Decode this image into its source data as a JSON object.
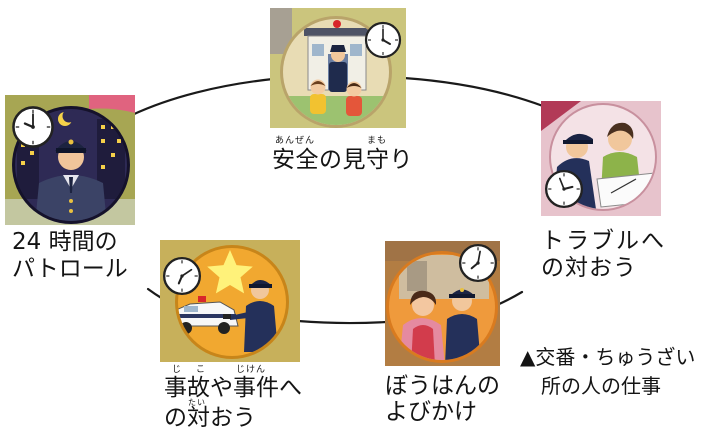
{
  "diagram": {
    "safety_watch": {
      "label": "安全の見守り",
      "ruby_anzen": "あんぜん",
      "ruby_mamo": "まも",
      "icon": "clock-icon"
    },
    "trouble_response": {
      "line1": "トラブルへ",
      "line2": "の対おう",
      "icon": "clock-icon"
    },
    "crime_prevention": {
      "line1": "ぼうはんの",
      "line2": "よびかけ",
      "icon": "clock-icon"
    },
    "incident_response": {
      "line1": "事故や事件へ",
      "line2": "の対おう",
      "ruby_ji": "じ",
      "ruby_ko": "こ",
      "ruby_jiken": "じけん",
      "ruby_tai": "たい",
      "icon": "clock-icon"
    },
    "patrol": {
      "line1": "24 時間の",
      "line2": "パトロール",
      "icon": "clock-icon"
    }
  },
  "caption": {
    "line1": "▲交番・ちゅうざい",
    "line2": "所の人の仕事"
  },
  "colors": {
    "line": "#1a1a1a",
    "text": "#141414"
  }
}
